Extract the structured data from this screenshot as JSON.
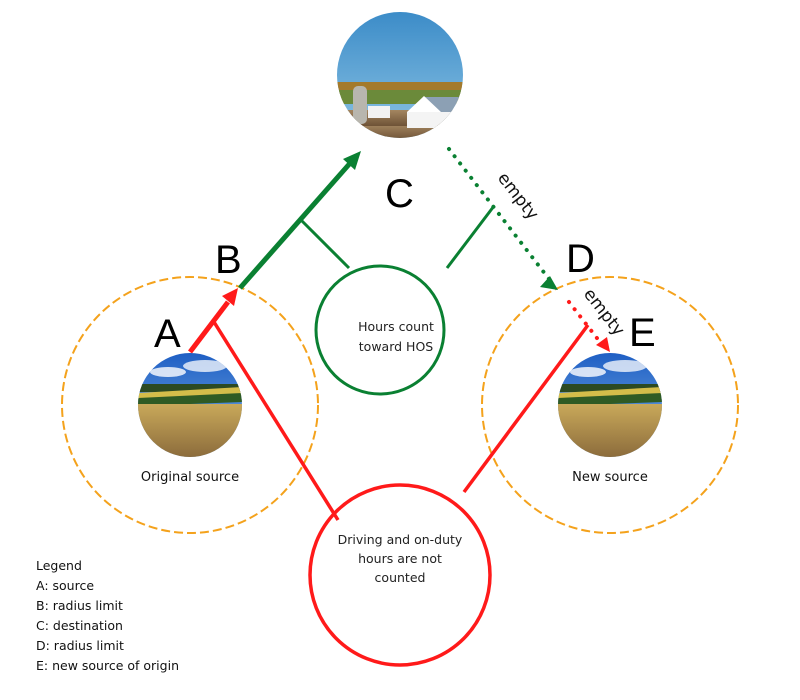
{
  "colors": {
    "green": "#0a8032",
    "red": "#ff1a1a",
    "orange_dashed": "#f4a21c",
    "text": "#111111"
  },
  "points": {
    "A": "A",
    "B": "B",
    "C": "C",
    "D": "D",
    "E": "E"
  },
  "labels": {
    "original_source": "Original source",
    "new_source": "New source",
    "empty_1": "empty",
    "empty_2": "empty"
  },
  "regions": {
    "counted": [
      "Hours count",
      "toward HOS"
    ],
    "not_counted": [
      "Driving and on-duty",
      "hours are not",
      "counted"
    ]
  },
  "images": {
    "destination": "farm-barn-silo-photo",
    "original_source": "field-landscape-photo",
    "new_source": "field-landscape-photo"
  },
  "legend": {
    "title": "Legend",
    "items": [
      "A: source",
      "B: radius limit",
      "C: destination",
      "D: radius limit",
      "E: new source of origin"
    ]
  }
}
